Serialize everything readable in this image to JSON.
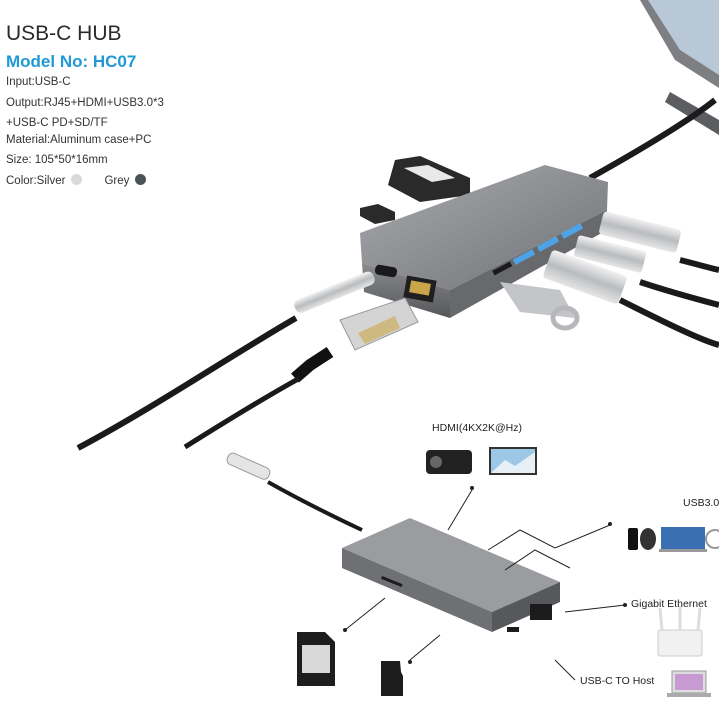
{
  "product": {
    "title": "USB-C HUB",
    "model": "Model No: HC07",
    "specs": [
      "Input:USB-C",
      "Output:RJ45+HDMI+USB3.0*3",
      "+USB-C PD+SD/TF",
      "Material:Aluminum case+PC",
      "Size: 105*50*16mm"
    ],
    "color_label": "Color:Silver",
    "grey_label": "Grey"
  },
  "colors": {
    "accent": "#1f9ad6",
    "silver_dot": "#d9d9d9",
    "grey_dot": "#4a5355",
    "hub_body": "#8d8f93"
  },
  "diagram": {
    "hdmi_label": "HDMI(4KX2K@Hz)",
    "usb_label": "USB3.0",
    "ethernet_label": "Gigabit Ethernet",
    "host_label": "USB-C TO Host"
  }
}
